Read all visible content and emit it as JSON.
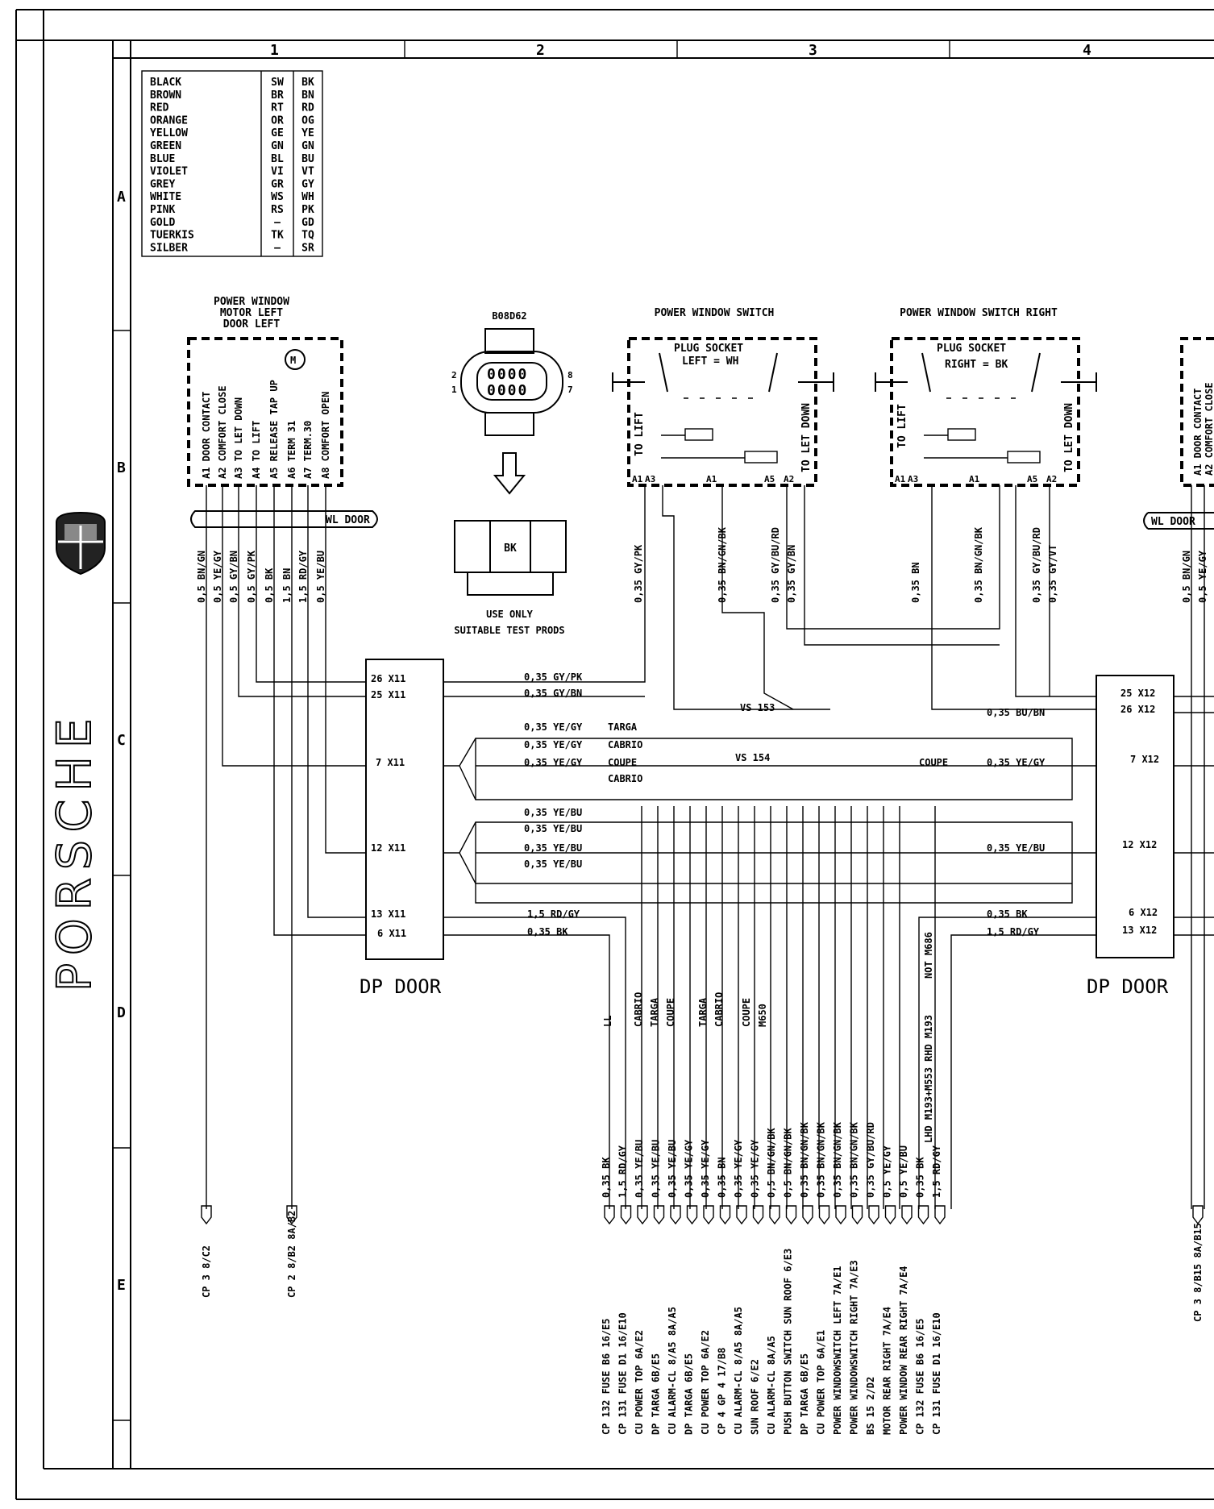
{
  "columns": [
    "1",
    "2",
    "3",
    "4"
  ],
  "rows": [
    "A",
    "B",
    "C",
    "D",
    "E"
  ],
  "brand": "PORSCHE",
  "color_key": [
    [
      "BLACK",
      "SW",
      "BK"
    ],
    [
      "BROWN",
      "BR",
      "BN"
    ],
    [
      "RED",
      "RT",
      "RD"
    ],
    [
      "ORANGE",
      "OR",
      "OG"
    ],
    [
      "YELLOW",
      "GE",
      "YE"
    ],
    [
      "GREEN",
      "GN",
      "GN"
    ],
    [
      "BLUE",
      "BL",
      "BU"
    ],
    [
      "VIOLET",
      "VI",
      "VT"
    ],
    [
      "GREY",
      "GR",
      "GY"
    ],
    [
      "WHITE",
      "WS",
      "WH"
    ],
    [
      "PINK",
      "RS",
      "PK"
    ],
    [
      "GOLD",
      "—",
      "GD"
    ],
    [
      "TUERKIS",
      "TK",
      "TQ"
    ],
    [
      "SILBER",
      "—",
      "SR"
    ]
  ],
  "motor_left": {
    "title": [
      "POWER WINDOW",
      "MOTOR LEFT",
      "DOOR LEFT"
    ],
    "pins": [
      "A1 DOOR CONTACT",
      "A2 COMFORT CLOSE",
      "A3 TO LET DOWN",
      "A4 TO LIFT",
      "A5 RELEASE TAP UP",
      "A6 TERM 31",
      "A7 TERM.30",
      "A8 COMFORT OPEN"
    ],
    "wires": [
      "0,5 BN/GN",
      "0,5 YE/GY",
      "0,5 GY/BN",
      "0,5 GY/PK",
      "0,5 BK",
      "1,5 BN",
      "1,5 RD/GY",
      "0,5 YE/BU"
    ]
  },
  "connector": {
    "code": "B08D62",
    "pin_left": [
      "2",
      "1"
    ],
    "pin_right": [
      "8",
      "7"
    ],
    "plug_label": "BK",
    "note": [
      "USE ONLY",
      "SUITABLE TEST PRODS"
    ]
  },
  "switch_left": {
    "title": "POWER WINDOW SWITCH",
    "socket": [
      "PLUG SOCKET",
      "LEFT = WH"
    ],
    "lift": "TO LIFT",
    "down": "TO LET DOWN",
    "pins": [
      "A1",
      "A3",
      "A1",
      "A5",
      "A2"
    ],
    "wires": [
      "0,35 GY/PK",
      "0,35 BN/GN/BK",
      "0,35 GY/BU/RD",
      "0,35 GY/BN"
    ]
  },
  "switch_right": {
    "title": "POWER WINDOW SWITCH RIGHT",
    "socket": [
      "PLUG SOCKET",
      "RIGHT = BK"
    ],
    "lift": "TO LIFT",
    "down": "TO LET DOWN",
    "pins": [
      "A1",
      "A3",
      "A1",
      "A5",
      "A2"
    ],
    "wires": [
      "0,35 BN",
      "0,35 BN/GN/BK",
      "0,35 GY/BU/RD",
      "0,35 GY/VT"
    ]
  },
  "wl_door": "WL DOOR",
  "right_motor": {
    "pins": [
      "A1 DOOR CONTACT",
      "A2 COMFORT CLOSE"
    ],
    "wires": [
      "0,5 BN/GN",
      "0,5 YE/GY"
    ]
  },
  "dp_door_left": {
    "label": "DP DOOR",
    "pins": [
      "26 X11",
      "25 X11",
      "7 X11",
      "12 X11",
      "13 X11",
      "6 X11"
    ]
  },
  "dp_door_right": {
    "label": "DP DOOR",
    "pins": [
      "25 X12",
      "26 X12",
      "7 X12",
      "12 X12",
      "6 X12",
      "13 X12"
    ]
  },
  "harness_labels": {
    "gy_pk": "0,35 GY/PK",
    "gy_bn": "0,35 GY/BN",
    "ye_gy": [
      "0,35 YE/GY",
      "0,35 YE/GY",
      "0,35 YE/GY"
    ],
    "ye_gy_tags": [
      "TARGA",
      "CABRIO",
      "COUPE",
      "CABRIO"
    ],
    "vs153": "VS 153",
    "vs154": "VS 154",
    "bu_bn": "0,35 BU/BN",
    "coupe_right": "COUPE",
    "ye_gy_right": "0,35 YE/GY",
    "ye_bu": [
      "0,35 YE/BU",
      "0,35 YE/BU",
      "0,35 YE/BU",
      "0,35 YE/BU"
    ],
    "ye_bu_right": "0,35 YE/BU",
    "rd_gy": "1,5 RD/GY",
    "bk": "0,35 BK",
    "bk_right": "0,35 BK",
    "rd_gy_right": "1,5 RD/GY"
  },
  "variant_tags": [
    "LL",
    "CABRIO",
    "TARGA",
    "COUPE",
    "TARGA",
    "CABRIO",
    "COUPE",
    "M650"
  ],
  "right_variant_tag": "NOT M686",
  "right_variant_tag2": "LHD M193+M553 RHD M193",
  "bottom_wires": [
    "0,35 BK",
    "1,5 RD/GY",
    "0,35 YE/BU",
    "0,35 YE/BU",
    "0,35 YE/BU",
    "0,35 YE/GY",
    "0,35 YE/GY",
    "0,35 BN",
    "0,35 YE/GY",
    "0,35 YE/GY",
    "0,5 BN/GN/BK",
    "0,5 BN/GN/BK",
    "0,35 BN/GN/BK",
    "0,35 BN/GN/BK",
    "0,35 BN/GN/BK",
    "0,35 BN/GN/BK",
    "0,35 GY/BU/RD",
    "0,5 YE/GY",
    "0,5 YE/BU",
    "0,35 BK",
    "1,5 RD/GY"
  ],
  "bottom_dest": [
    "CP 132 FUSE B6  16/E5",
    "CP 131 FUSE D1  16/E10",
    "CU POWER TOP  6A/E2",
    "DP TARGA  6B/E5",
    "CU ALARM-CL  8/A5 8A/A5",
    "DP TARGA  6B/E5",
    "CU POWER TOP  6A/E2",
    "CP 4 GP 4  17/B8",
    "CU ALARM-CL  8/A5 8A/A5",
    "SUN ROOF  6/E2",
    "CU ALARM-CL  8A/A5",
    "PUSH BUTTON SWITCH SUN ROOF  6/E3",
    "DP TARGA  6B/E5",
    "CU POWER TOP  6A/E1",
    "POWER WINDOWSWITCH LEFT  7A/E1",
    "POWER WINDOWSWITCH RIGHT  7A/E3",
    "BS 15  2/D2",
    "MOTOR REAR RIGHT  7A/E4",
    "POWER WINDOW REAR RIGHT  7A/E4",
    "CP 132 FUSE B6  16/E5",
    "CP 131 FUSE D1  16/E10"
  ],
  "left_refs": [
    "CP 3  8/C2",
    "CP 2  8/B2 8A/B2"
  ],
  "right_ref": "CP 3  8/B15 8A/B15"
}
